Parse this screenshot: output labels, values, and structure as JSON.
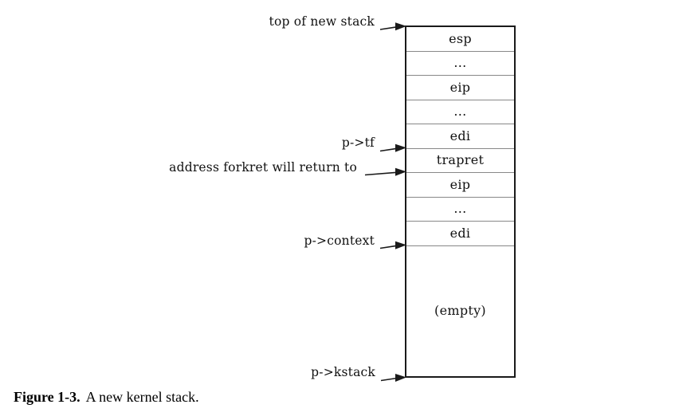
{
  "figure": {
    "stack": {
      "cells": [
        {
          "label": "esp"
        },
        {
          "label": "..."
        },
        {
          "label": "eip"
        },
        {
          "label": "..."
        },
        {
          "label": "edi"
        },
        {
          "label": "trapret"
        },
        {
          "label": "eip"
        },
        {
          "label": "..."
        },
        {
          "label": "edi"
        },
        {
          "label": "(empty)"
        }
      ]
    },
    "annotations": [
      {
        "label": "top of new stack"
      },
      {
        "label": "p->tf"
      },
      {
        "label": "address forkret will return to"
      },
      {
        "label": "p->context"
      },
      {
        "label": "p->kstack"
      }
    ],
    "caption": {
      "label": "Figure 1-3.",
      "text": "A new kernel stack."
    },
    "colors": {
      "ink": "#1a1a1a",
      "divider": "#888888",
      "background": "#ffffff"
    }
  }
}
